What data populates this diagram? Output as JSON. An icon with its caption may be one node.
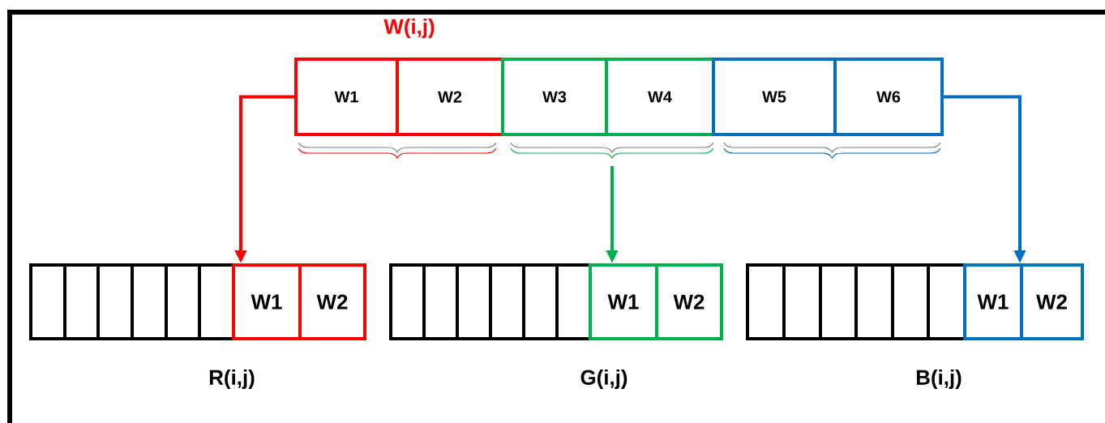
{
  "diagram": {
    "nodes": [
      {
        "text": [
          "W1"
        ]
      },
      {
        "text": [
          "W2"
        ]
      },
      {
        "text": [
          "W3"
        ]
      },
      {
        "text": [
          "W4"
        ]
      },
      {
        "text": [
          "W5"
        ]
      },
      {
        "text": [
          "W6"
        ]
      },
      {
        "text": [],
        "shape": "bar",
        "beside": [
          "R(i,j)"
        ]
      },
      {
        "text": [
          "W1"
        ],
        "in": 6
      },
      {
        "text": [
          "W2"
        ],
        "in": 6
      },
      {
        "text": [],
        "shape": "bar",
        "beside": [
          "G(i,j)"
        ]
      },
      {
        "text": [
          "W1"
        ],
        "in": 9
      },
      {
        "text": [
          "W2"
        ],
        "in": 9
      },
      {
        "text": [],
        "shape": "bar",
        "beside": [
          "B(i,j)"
        ]
      },
      {
        "text": [
          "W1"
        ],
        "in": 12
      },
      {
        "text": [
          "W2"
        ],
        "in": 12
      }
    ],
    "edges": [
      {
        "from": 0,
        "to": 6,
        "arrow": "to",
        "color": "#ff0000"
      },
      {
        "from": null,
        "to": 9,
        "arrow": "to",
        "color": "#00b050"
      },
      {
        "from": 5,
        "to": 12,
        "arrow": "to",
        "color": "#0070c0"
      }
    ],
    "labels": [
      "W(i,j)"
    ]
  }
}
